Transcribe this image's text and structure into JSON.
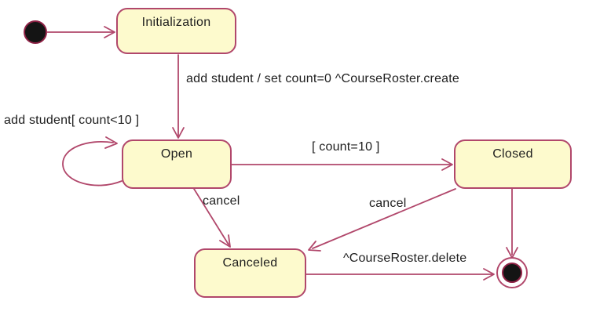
{
  "diagram": {
    "kind_label": "uml-state-diagram"
  },
  "states": {
    "initialization": "Initialization",
    "open": "Open",
    "closed": "Closed",
    "canceled": "Canceled"
  },
  "transitions": {
    "init_to_open": "add student / set count=0 ^CourseRoster.create",
    "open_self_loop": "add student[ count<10 ]",
    "open_to_closed": "[ count=10 ]",
    "open_to_canceled": "cancel",
    "closed_to_canceled": "cancel",
    "canceled_to_final": "^CourseRoster.delete"
  },
  "colors": {
    "line": "#b1476b",
    "state_fill": "#fdfacd",
    "state_border": "#b1476b",
    "text": "#1e1e1e",
    "pseudo_state_fill": "#141414",
    "background": "#ffffff"
  }
}
